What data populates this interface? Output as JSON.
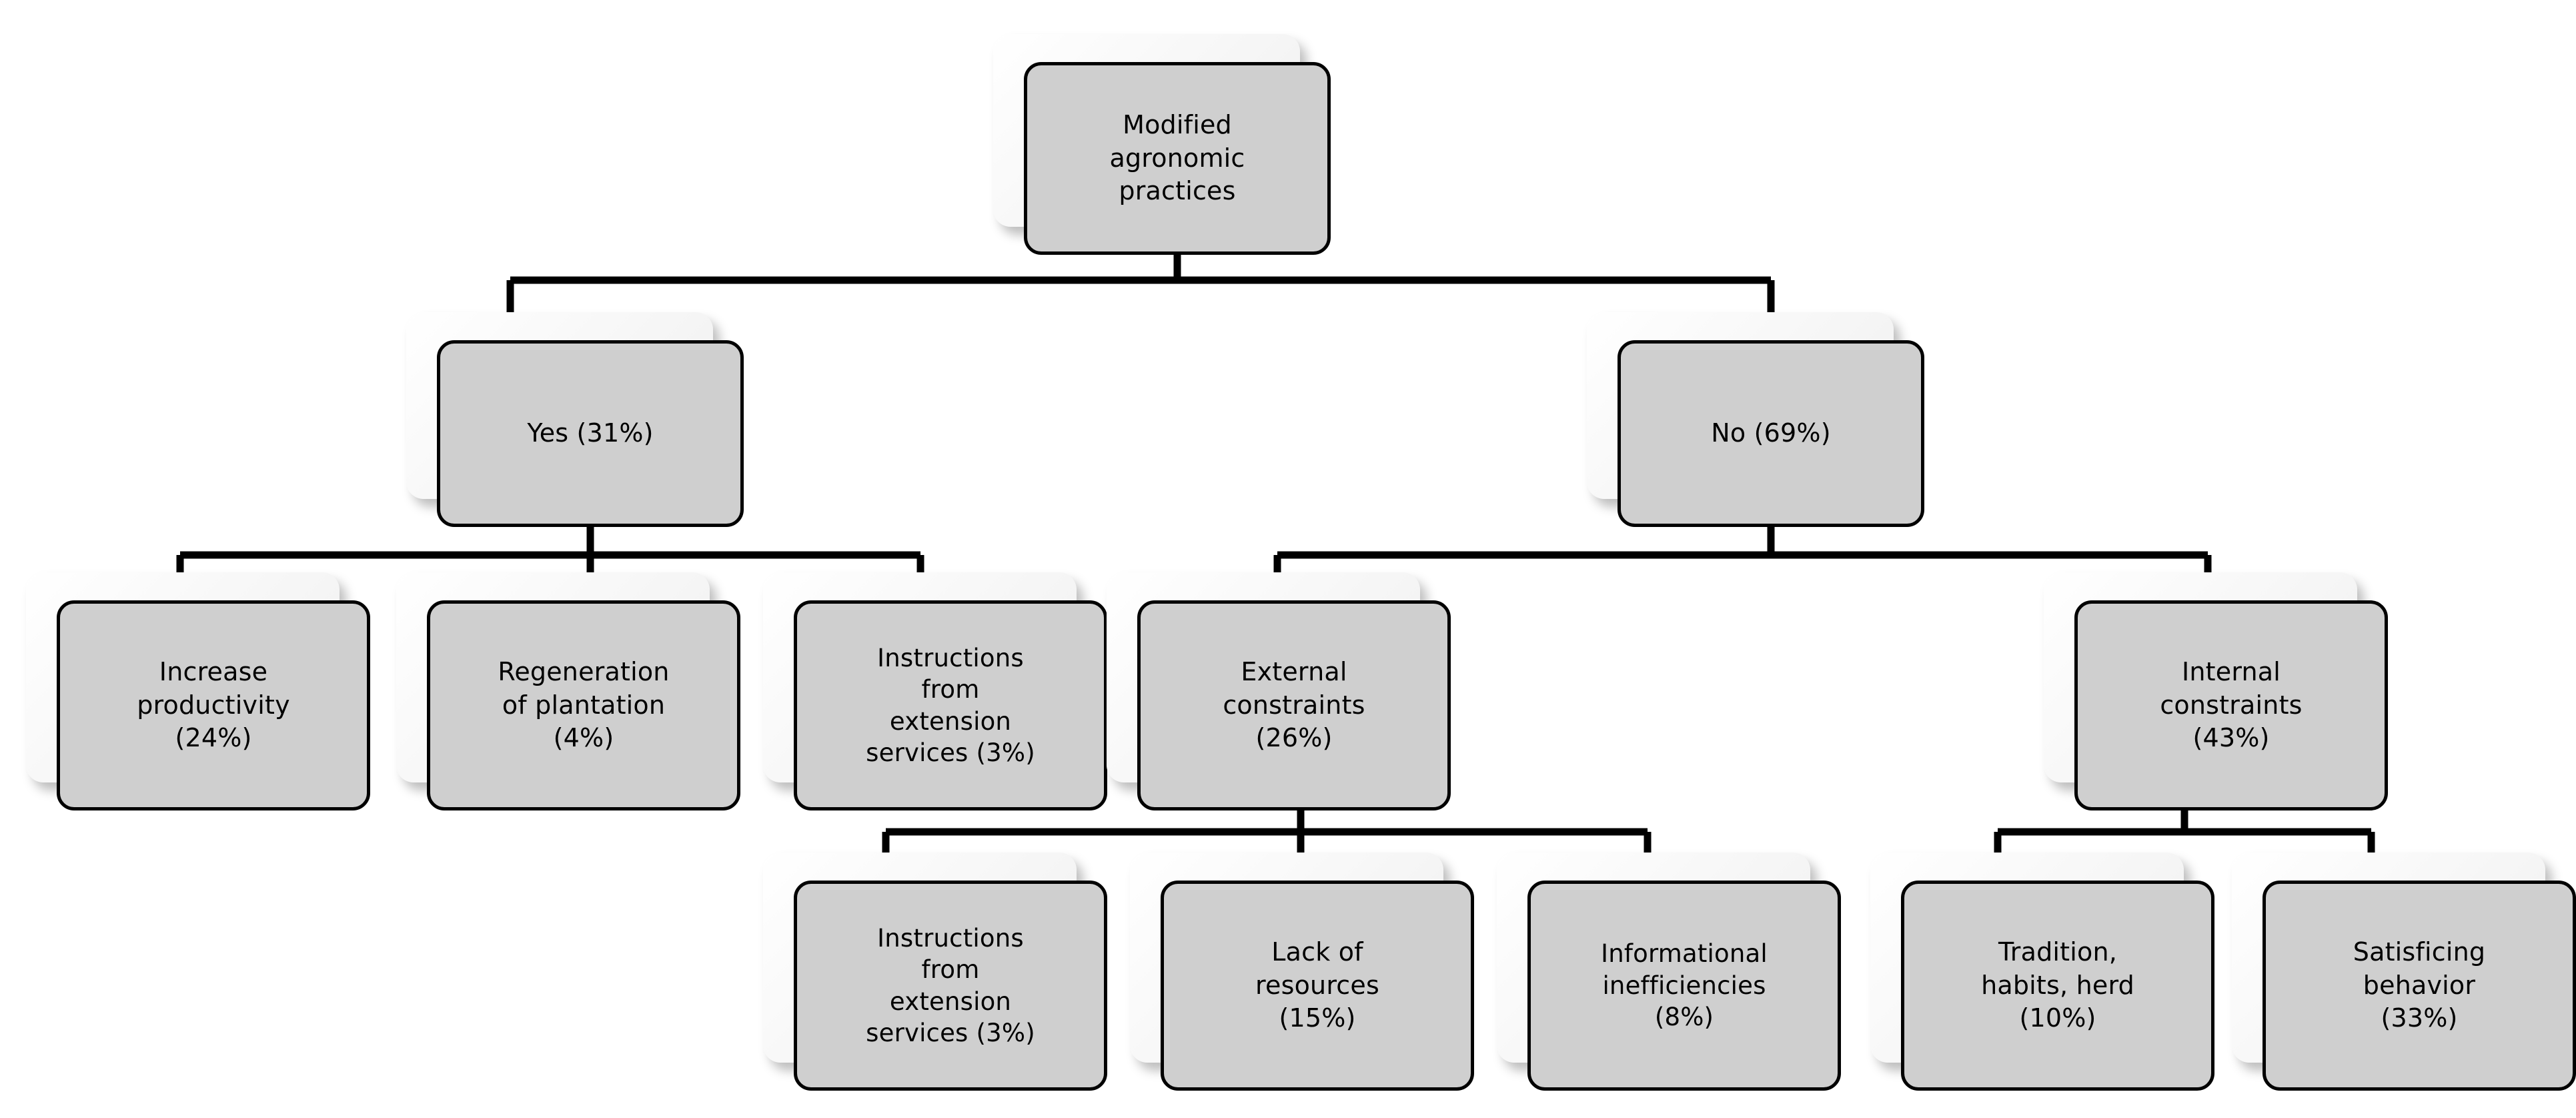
{
  "diagram": {
    "title": "Modified agronomic practices decision tree",
    "type": "tree",
    "style": {
      "node_fill": "#cfcfcf",
      "node_border": "#000000",
      "shadow_card": "#ffffff",
      "connector": "#000000",
      "background": "#ffffff"
    }
  },
  "nodes": {
    "root": {
      "id": "root",
      "label": "Modified\nagronomic\npractices",
      "percent": null,
      "level": 0
    },
    "yes": {
      "id": "yes",
      "label": "Yes (31%)",
      "percent": 31,
      "level": 1,
      "parent": "root"
    },
    "no": {
      "id": "no",
      "label": "No (69%)",
      "percent": 69,
      "level": 1,
      "parent": "root"
    },
    "increase_productivity": {
      "id": "increase_productivity",
      "label": "Increase\nproductivity\n(24%)",
      "percent": 24,
      "level": 2,
      "parent": "yes"
    },
    "regeneration": {
      "id": "regeneration",
      "label": "Regeneration\nof plantation\n(4%)",
      "percent": 4,
      "level": 2,
      "parent": "yes"
    },
    "instructions_yes": {
      "id": "instructions_yes",
      "label": "Instructions\nfrom\nextension\nservices (3%)",
      "percent": 3,
      "level": 2,
      "parent": "yes"
    },
    "external_constraints": {
      "id": "external_constraints",
      "label": "External\nconstraints\n(26%)",
      "percent": 26,
      "level": 2,
      "parent": "no"
    },
    "internal_constraints": {
      "id": "internal_constraints",
      "label": "Internal\nconstraints\n(43%)",
      "percent": 43,
      "level": 2,
      "parent": "no"
    },
    "instructions_ext": {
      "id": "instructions_ext",
      "label": "Instructions\nfrom\nextension\nservices (3%)",
      "percent": 3,
      "level": 3,
      "parent": "external_constraints"
    },
    "lack_resources": {
      "id": "lack_resources",
      "label": "Lack of\nresources\n(15%)",
      "percent": 15,
      "level": 3,
      "parent": "external_constraints"
    },
    "informational": {
      "id": "informational",
      "label": "Informational\ninefficiencies\n(8%)",
      "percent": 8,
      "level": 3,
      "parent": "external_constraints"
    },
    "tradition": {
      "id": "tradition",
      "label": "Tradition,\nhabits, herd\n(10%)",
      "percent": 10,
      "level": 3,
      "parent": "internal_constraints"
    },
    "satisficing": {
      "id": "satisficing",
      "label": "Satisficing\nbehavior\n(33%)",
      "percent": 33,
      "level": 3,
      "parent": "internal_constraints"
    }
  }
}
